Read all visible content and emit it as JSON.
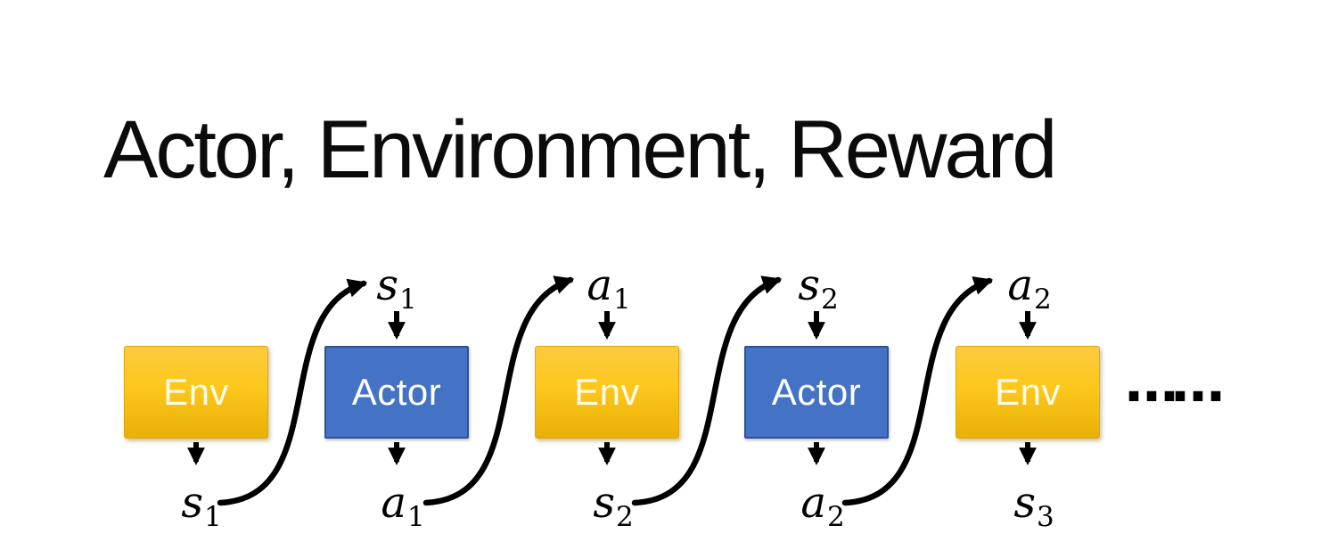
{
  "slide": {
    "title": "Actor, Environment, Reward",
    "continuation_dots": "……"
  },
  "palette": {
    "background": "#FFFFFF",
    "title_color": "#0B0B0B",
    "env_gradient_top": "#FCCB40",
    "env_gradient_bottom": "#E9B005",
    "env_border": "#E0A70E",
    "env_text": "#FFFBEA",
    "actor_fill": "#4472C4",
    "actor_border": "#2F528F",
    "actor_text": "#FFFFFF",
    "arrow_color": "#000000"
  },
  "boxes": [
    {
      "label": "Env",
      "type": "env",
      "top_label": null,
      "bottom_label": {
        "base": "s",
        "sub": "1"
      }
    },
    {
      "label": "Actor",
      "type": "actor",
      "top_label": {
        "base": "s",
        "sub": "1"
      },
      "bottom_label": {
        "base": "a",
        "sub": "1"
      }
    },
    {
      "label": "Env",
      "type": "env",
      "top_label": {
        "base": "a",
        "sub": "1"
      },
      "bottom_label": {
        "base": "s",
        "sub": "2"
      }
    },
    {
      "label": "Actor",
      "type": "actor",
      "top_label": {
        "base": "s",
        "sub": "2"
      },
      "bottom_label": {
        "base": "a",
        "sub": "2"
      }
    },
    {
      "label": "Env",
      "type": "env",
      "top_label": {
        "base": "a",
        "sub": "2"
      },
      "bottom_label": {
        "base": "s",
        "sub": "3"
      }
    }
  ]
}
